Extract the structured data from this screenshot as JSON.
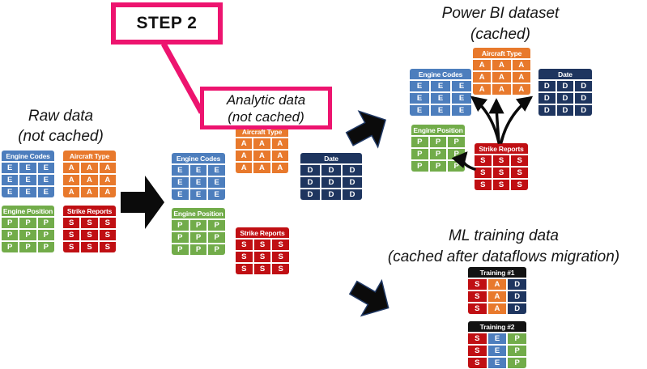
{
  "palette": {
    "blue": "#4d7ebd",
    "orange": "#e8792c",
    "green": "#72ac4a",
    "red": "#c00f13",
    "navy": "#1e355f",
    "black": "#121212",
    "pink": "#ed146f",
    "arrow_black": "#0b0b0b",
    "arrow_outline": "#1f3864"
  },
  "step_label": "STEP 2",
  "sections": {
    "raw": {
      "title": "Raw data",
      "subtitle": "(not cached)"
    },
    "analytic": {
      "title": "Analytic data",
      "subtitle": "(not cached)"
    },
    "powerbi": {
      "title": "Power BI dataset",
      "subtitle": "(cached)"
    },
    "ml": {
      "title": "ML training data",
      "subtitle": "(cached after dataflows migration)"
    }
  },
  "table_types": {
    "engine_codes": {
      "label": "Engine Codes",
      "letter": "E",
      "color_key": "blue"
    },
    "aircraft_type": {
      "label": "Aircraft Type",
      "letter": "A",
      "color_key": "orange"
    },
    "engine_position": {
      "label": "Engine Position",
      "letter": "P",
      "color_key": "green"
    },
    "strike_reports": {
      "label": "Strike Reports",
      "letter": "S",
      "color_key": "red"
    },
    "date": {
      "label": "Date",
      "letter": "D",
      "color_key": "navy"
    },
    "training1": {
      "label": "Training #1",
      "color_key": "black",
      "column_letters": [
        "S",
        "A",
        "D"
      ],
      "column_color_keys": [
        "red",
        "orange",
        "navy"
      ]
    },
    "training2": {
      "label": "Training #2",
      "color_key": "black",
      "column_letters": [
        "S",
        "E",
        "P"
      ],
      "column_color_keys": [
        "red",
        "blue",
        "green"
      ]
    }
  }
}
